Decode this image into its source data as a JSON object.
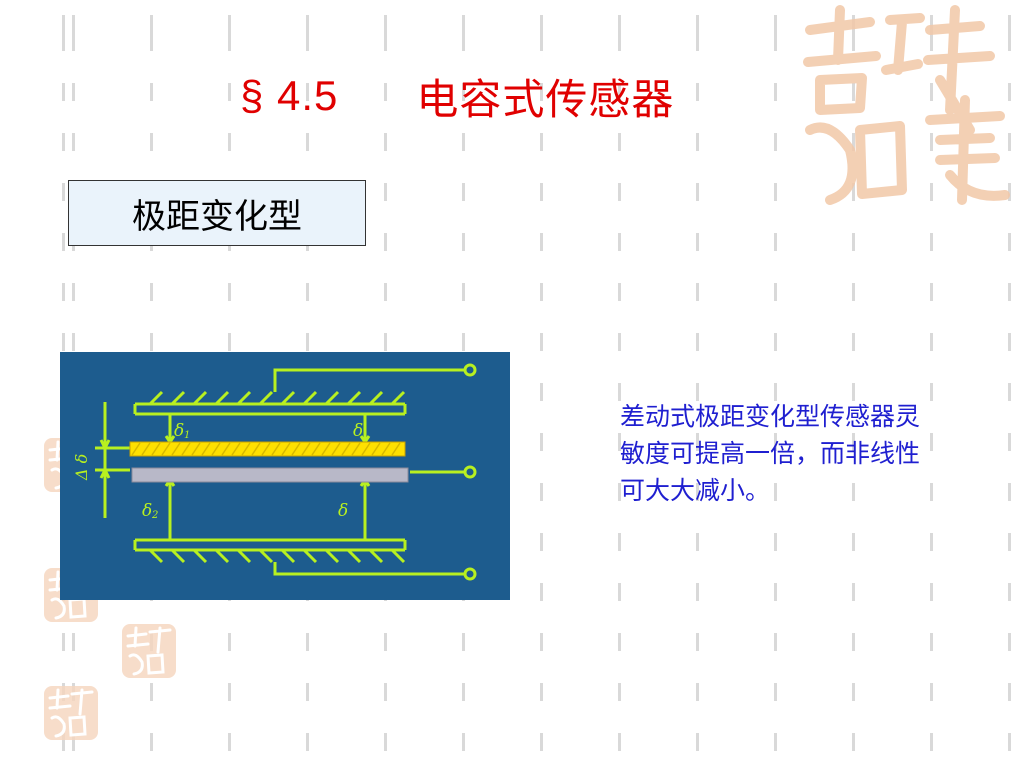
{
  "slide": {
    "title_num": "§ 4.5",
    "title_text": "电容式传感器",
    "subtitle": "极距变化型",
    "description": "差动式极距变化型传感器灵敏度可提高一倍，而非线性可大大减小。"
  },
  "diagram": {
    "labels": {
      "delta1": "δ",
      "delta1_sub": "1",
      "delta2": "δ",
      "delta2_sub": "2",
      "delta_right_top": "δ",
      "delta_right_bottom": "δ",
      "delta_change": "Δ δ"
    }
  },
  "colors": {
    "title": "#e00000",
    "description": "#1f1fd0",
    "diagram_bg": "#1d5c8e",
    "diagram_line": "#b8f020",
    "electrode_top": "#ffe000",
    "electrode_middle": "#b8b8c8",
    "seal": "#f2c8a8"
  }
}
